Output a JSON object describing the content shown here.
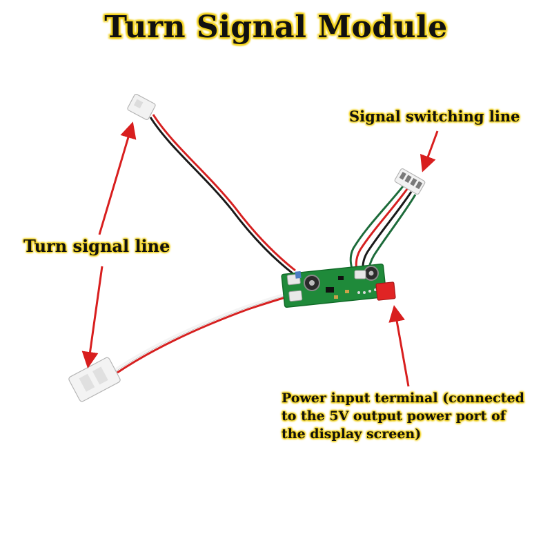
{
  "title": "Turn Signal Module",
  "labels": {
    "signal_switching": "Signal switching line",
    "turn_signal": "Turn signal line",
    "power_input": [
      "Power input terminal (connected",
      "to the 5V output power port of",
      "the display screen)"
    ]
  },
  "colors": {
    "highlight": "#f3d21a",
    "arrow": "#d81e1e",
    "pcb": "#1f8a3a",
    "wire_red": "#d62020",
    "wire_black": "#1a1a1a",
    "wire_green": "#1c6b3a",
    "connector": "#f2f2f2",
    "power_terminal": "#e02424"
  }
}
